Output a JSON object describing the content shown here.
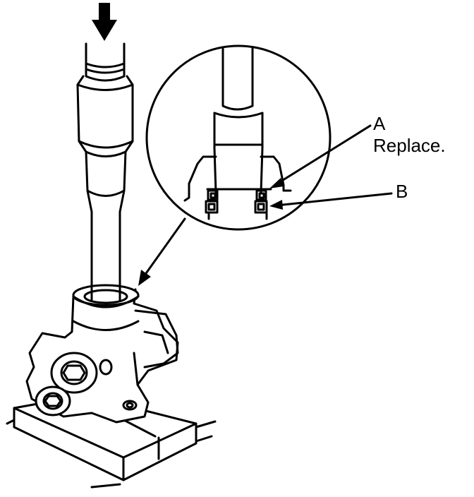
{
  "callouts": {
    "a_letter": "A",
    "a_note": "Replace.",
    "b_letter": "B"
  },
  "colors": {
    "ink": "#000000",
    "paper": "#ffffff"
  },
  "icons": [
    "press-direction-arrow-icon",
    "detail-pointer-arrow-icon"
  ]
}
